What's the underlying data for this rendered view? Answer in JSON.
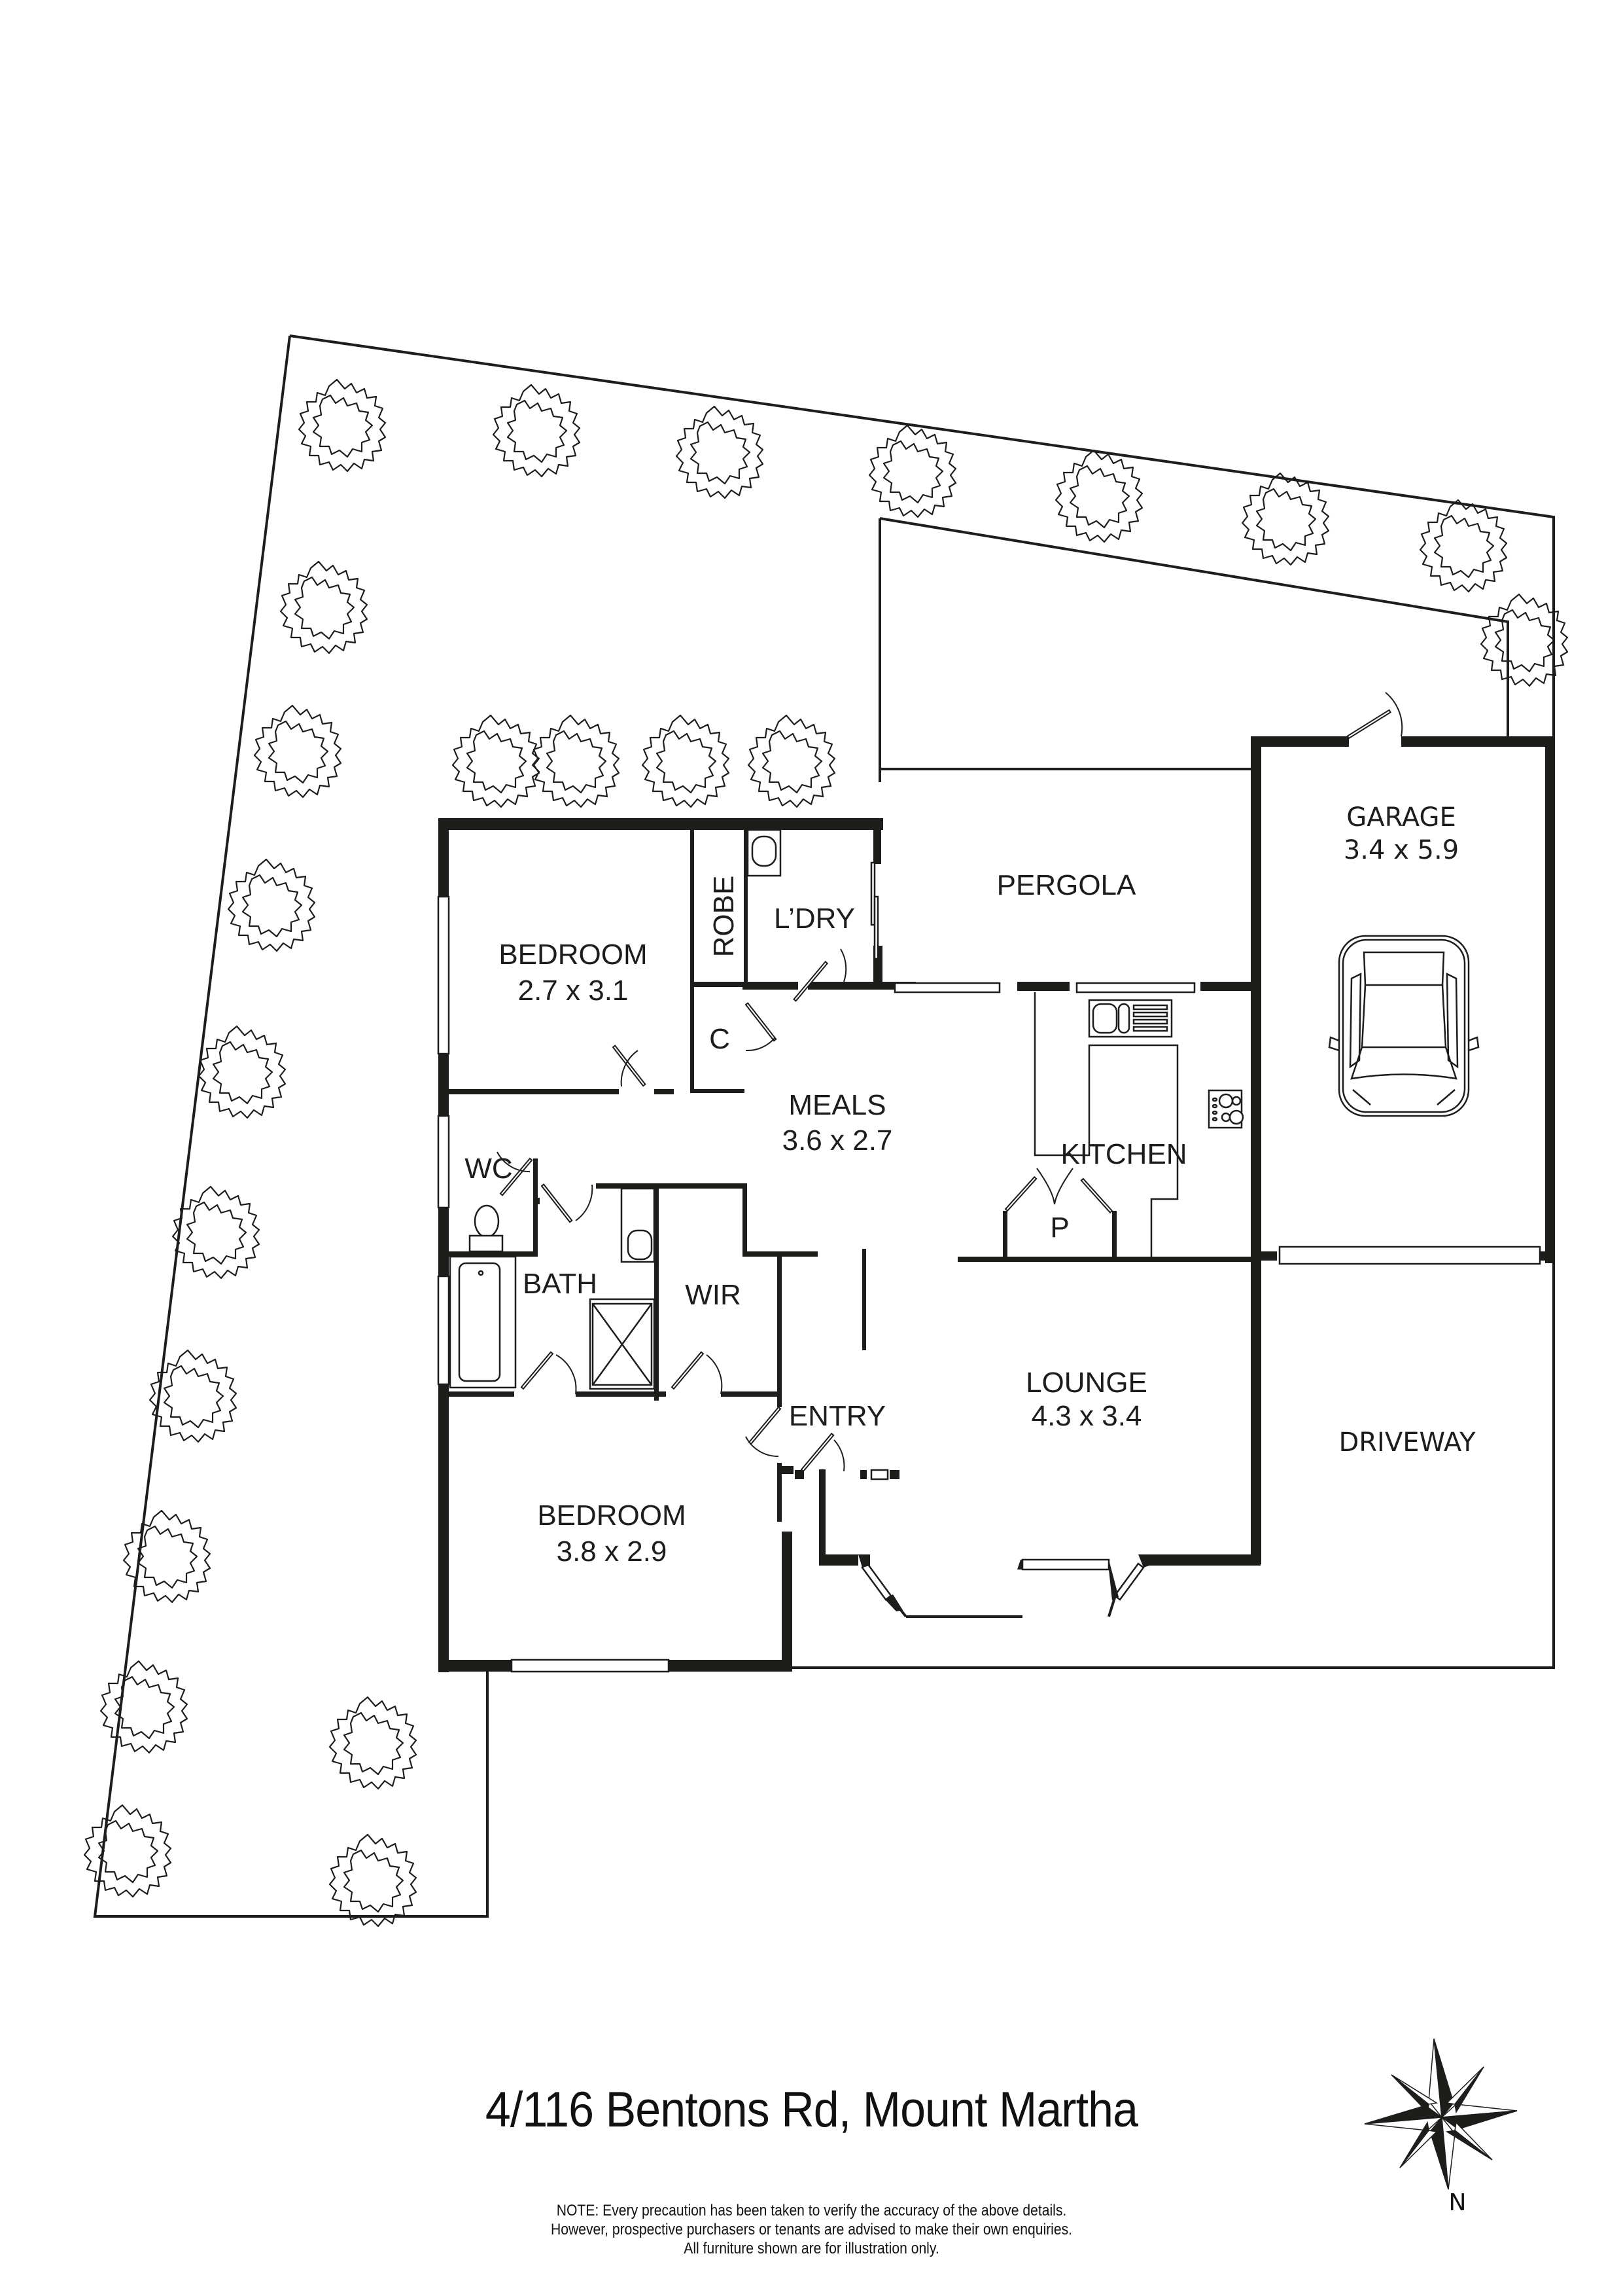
{
  "title": "4/116 Bentons Rd, Mount Martha",
  "disclaimer": {
    "line1": "NOTE: Every precaution has been taken to verify the accuracy of the above details.",
    "line2": "However, prospective purchasers or tenants are advised to make their own enquiries.",
    "line3": "All furniture shown are for illustration only."
  },
  "compass": {
    "icon": "compass-rose-icon",
    "label": "N"
  },
  "rooms": {
    "bedroom1": {
      "name": "BEDROOM",
      "size": "2.7 x 3.1"
    },
    "robe": {
      "name": "ROBE"
    },
    "laundry": {
      "name": "L’DRY"
    },
    "pergola": {
      "name": "PERGOLA"
    },
    "garage": {
      "name": "GARAGE",
      "size": "3.4 x 5.9"
    },
    "cupboard": {
      "name": "C"
    },
    "meals": {
      "name": "MEALS",
      "size": "3.6 x 2.7"
    },
    "kitchen": {
      "name": "KITCHEN"
    },
    "pantry": {
      "name": "P"
    },
    "wc": {
      "name": "WC"
    },
    "bath": {
      "name": "BATH"
    },
    "wir": {
      "name": "WIR"
    },
    "lounge": {
      "name": "LOUNGE",
      "size": "4.3 x 3.4"
    },
    "entry": {
      "name": "ENTRY"
    },
    "driveway": {
      "name": "DRIVEWAY"
    },
    "bedroom2": {
      "name": "BEDROOM",
      "size": "3.8 x 2.9"
    }
  },
  "colors": {
    "ink": "#1d1d1b",
    "background": "#ffffff"
  }
}
